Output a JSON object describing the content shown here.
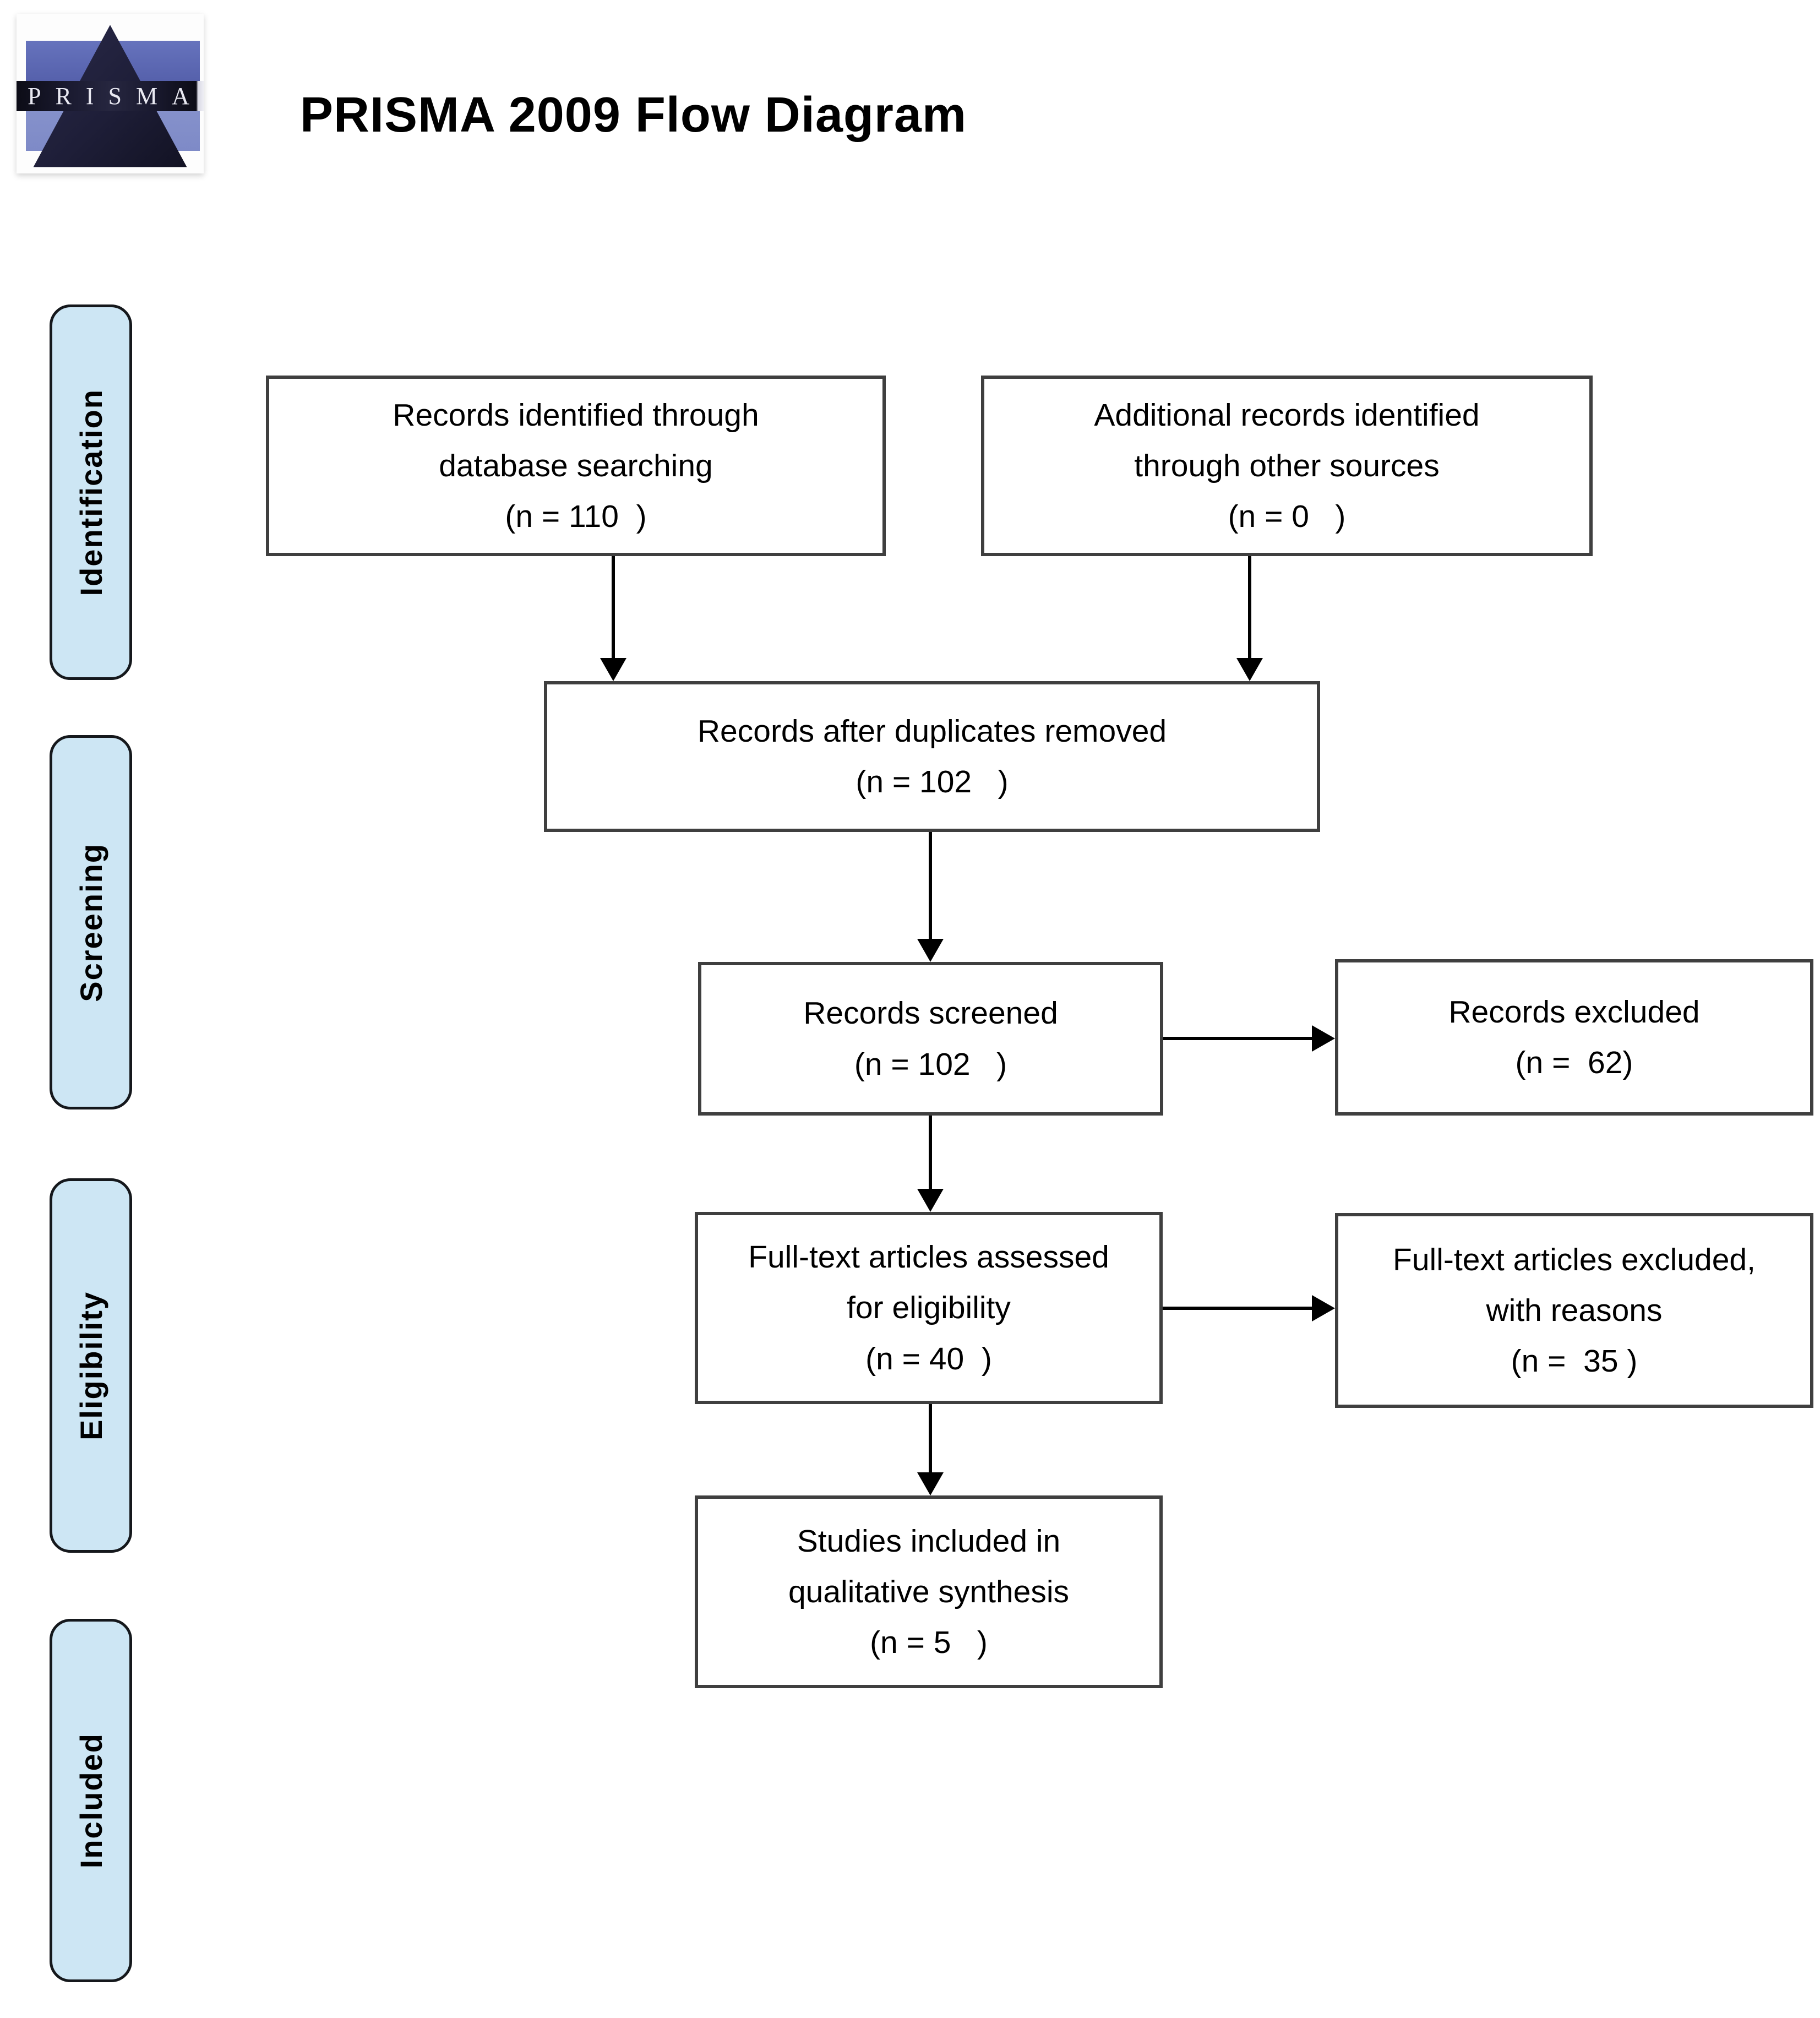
{
  "header": {
    "logo_text": "PRISMA",
    "title": "PRISMA 2009 Flow Diagram"
  },
  "sidebar": {
    "stages": [
      {
        "label": "Identification"
      },
      {
        "label": "Screening"
      },
      {
        "label": "Eligibility"
      },
      {
        "label": "Included"
      }
    ]
  },
  "flow": {
    "boxes": [
      {
        "id": "records-identified",
        "stage": "Identification",
        "n": 110,
        "text": "Records identified through\ndatabase searching\n(n = 110  )"
      },
      {
        "id": "additional-records",
        "stage": "Identification",
        "n": 0,
        "text": "Additional records identified\nthrough other sources\n(n = 0   )"
      },
      {
        "id": "after-duplicates",
        "stage": "Screening",
        "n": 102,
        "text": "Records after duplicates removed\n(n = 102   )"
      },
      {
        "id": "records-screened",
        "stage": "Screening",
        "n": 102,
        "text": "Records screened\n(n = 102   )"
      },
      {
        "id": "records-excluded",
        "stage": "Screening",
        "n": 62,
        "text": "Records excluded\n(n =  62)"
      },
      {
        "id": "fulltext-assessed",
        "stage": "Eligibility",
        "n": 40,
        "text": "Full-text articles assessed\nfor eligibility\n(n = 40  )"
      },
      {
        "id": "fulltext-excluded",
        "stage": "Eligibility",
        "n": 35,
        "text": "Full-text articles excluded,\nwith reasons\n(n =  35 )"
      },
      {
        "id": "studies-included",
        "stage": "Included",
        "n": 5,
        "text": "Studies included in\nqualitative synthesis\n(n = 5   )"
      }
    ]
  },
  "colors": {
    "stage_band_fill": "#cde6f4",
    "stage_band_border": "#15181c",
    "flow_box_border": "#3f3f3f",
    "arrow": "#000000",
    "logo_band_top": "#5560ab",
    "logo_band_bottom": "#7e8ac7",
    "logo_triangle": "#1e1e38"
  }
}
